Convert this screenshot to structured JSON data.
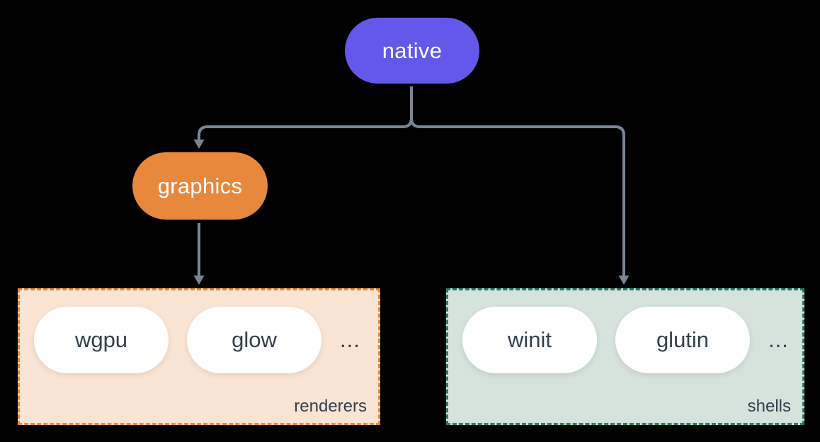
{
  "diagram": {
    "background": "#000000",
    "connector_color": "#7A8694",
    "item_text_color": "#33404C",
    "nodes": [
      {
        "id": "native",
        "label": "native",
        "color": "#6358E9",
        "text_color": "#FFFFFF"
      },
      {
        "id": "graphics",
        "label": "graphics",
        "color": "#E7883C",
        "text_color": "#FFFFFF"
      }
    ],
    "groups": [
      {
        "id": "renderers",
        "label": "renderers",
        "items": [
          "wgpu",
          "glow"
        ],
        "ellipsis": "...",
        "bg": "#FAE4D3",
        "border_color": "#E8873D"
      },
      {
        "id": "shells",
        "label": "shells",
        "items": [
          "winit",
          "glutin"
        ],
        "ellipsis": "...",
        "bg": "#D5E3DC",
        "border_color": "#2A7A6B"
      }
    ],
    "edges": [
      {
        "from": "native",
        "to": "graphics"
      },
      {
        "from": "native",
        "to": "shells"
      },
      {
        "from": "graphics",
        "to": "renderers"
      }
    ]
  }
}
